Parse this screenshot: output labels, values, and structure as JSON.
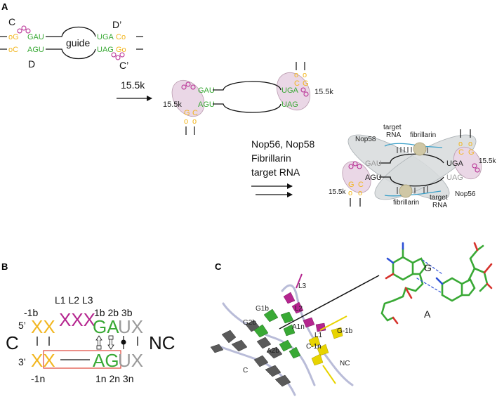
{
  "colors": {
    "green": "#39a935",
    "yellow": "#f2b620",
    "purple": "#b5258f",
    "gray": "#9a9a9a",
    "ellipse_pink": "#ead7e6",
    "ellipse_gray": "#d7dadc",
    "fibrillarin": "#cfc7a5",
    "target_rna": "#3aa0c9",
    "box_red": "#e0453a",
    "backbone": "#b9bcd8",
    "helix_dark": "#4a4a4a"
  },
  "panel_a": {
    "letter": "A",
    "top": {
      "label_c": "C",
      "label_d_prime": "D’",
      "label_d": "D",
      "label_c_prime": "C’",
      "guide": "guide",
      "tl_og": "oG",
      "tl_gau": "GAU",
      "bl_oc": "oC",
      "bl_agu": "AGU",
      "tr_uga": "UGA",
      "tr_co": "Co",
      "br_uag": "UAG",
      "br_go": "Go"
    },
    "step1": {
      "arrow_label": "15.5k",
      "left_15k": "15.5k",
      "right_15k": "15.5k",
      "gau": "GAU",
      "agu": "AGU",
      "uga": "UGA",
      "uag": "UAG",
      "stem_left": [
        "G",
        "C",
        "o",
        "o"
      ],
      "stem_right": [
        "o",
        "o",
        "C",
        "G"
      ]
    },
    "step2": {
      "arrow_labels": [
        "Nop56, Nop58",
        "Fibrillarin",
        "target RNA"
      ],
      "nop58": "Nop58",
      "nop56": "Nop56",
      "target_rna_top": [
        "target",
        "RNA"
      ],
      "target_rna_bottom": [
        "target",
        "RNA"
      ],
      "fibrillarin_top": "fibrillarin",
      "fibrillarin_bottom": "fibrillarin",
      "left_15k": "15.5k",
      "right_15k": "15.5k",
      "gau": "GAU",
      "agu": "AGU",
      "uga": "UGA",
      "uag": "UAG",
      "stem_left": [
        "G",
        "C",
        "o",
        "o"
      ],
      "stem_right": [
        "o",
        "o",
        "C",
        "G"
      ]
    }
  },
  "panel_b": {
    "letter": "B",
    "loop_labels": "L1 L2 L3",
    "top_positions": "1b 2b 3b",
    "minus_1b": "-1b",
    "five_prime": "5’",
    "three_prime": "3’",
    "top_xx": "XX",
    "top_xxx": "XXX",
    "top_ga": "GA",
    "top_ux": "UX",
    "bot_xx": "XX",
    "bot_ag": "AG",
    "bot_ux": "UX",
    "label_c": "C",
    "label_nc": "NC",
    "minus_1n": "-1n",
    "bot_positions": "1n 2n 3n"
  },
  "panel_c": {
    "letter": "C",
    "labels": {
      "l3": "L3",
      "l2": "L2",
      "l1": "L1",
      "g1b": "G1b",
      "g2b": "G2b",
      "a1n": "A1n",
      "a2b": "A2b",
      "c_1n": "C-1n",
      "g_1b": "G-1b",
      "nc": "NC",
      "c": "C",
      "g": "G",
      "a": "A"
    }
  }
}
